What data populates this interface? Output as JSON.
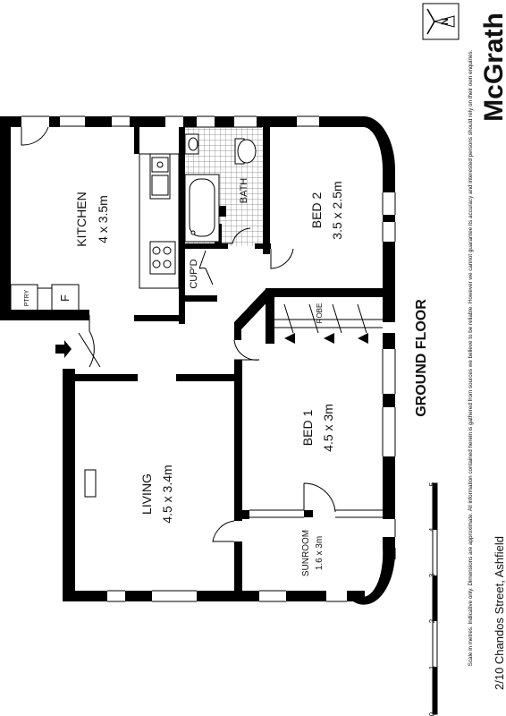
{
  "rooms": {
    "kitchen": {
      "name": "KITCHEN",
      "dims": "4 x 3.5m"
    },
    "bath": {
      "name": "BATH"
    },
    "bed2": {
      "name": "BED 2",
      "dims": "3.5 x 2.5m"
    },
    "cupd": {
      "name": "CUP'D"
    },
    "ptry": {
      "name": "PTRY"
    },
    "fridge": {
      "name": "F"
    },
    "robe": {
      "name": "ROBE"
    },
    "bed1": {
      "name": "BED 1",
      "dims": "4.5 x 3m"
    },
    "living": {
      "name": "LIVING",
      "dims": "4.5 x 3.4m"
    },
    "sunroom": {
      "name": "SUNROOM",
      "dims": "1.6 x 3m"
    }
  },
  "floor_label": "GROUND FLOOR",
  "address": "2/10 Chandos Street, Ashfield",
  "disclaimer": "Scale in metres. Indicative only. Dimensions are approximate. All information contained herein is gathered from sources we believe to be reliable. However we cannot guarantee its accuracy and interested persons should rely on their own enquiries.",
  "brand": "McGrath",
  "compass": {
    "letter": "N"
  },
  "scale": {
    "ticks": [
      "0",
      "1",
      "2",
      "3",
      "4",
      "5"
    ]
  }
}
